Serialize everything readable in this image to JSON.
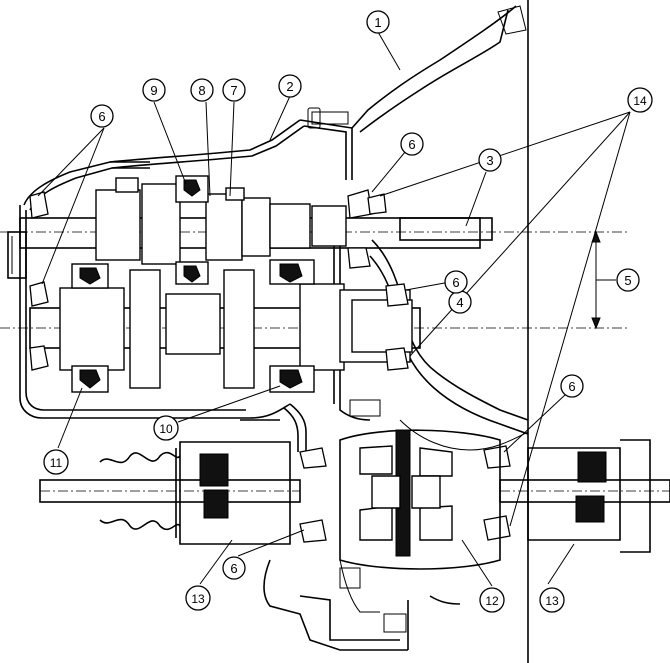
{
  "callouts": [
    {
      "id": "c1",
      "label": "1"
    },
    {
      "id": "c2",
      "label": "2"
    },
    {
      "id": "c3",
      "label": "3"
    },
    {
      "id": "c4",
      "label": "4"
    },
    {
      "id": "c5",
      "label": "5"
    },
    {
      "id": "c6a",
      "label": "6"
    },
    {
      "id": "c6b",
      "label": "6"
    },
    {
      "id": "c6c",
      "label": "6"
    },
    {
      "id": "c6d",
      "label": "6"
    },
    {
      "id": "c6e",
      "label": "6"
    },
    {
      "id": "c7",
      "label": "7"
    },
    {
      "id": "c8",
      "label": "8"
    },
    {
      "id": "c9",
      "label": "9"
    },
    {
      "id": "c10",
      "label": "10"
    },
    {
      "id": "c11",
      "label": "11"
    },
    {
      "id": "c12",
      "label": "12"
    },
    {
      "id": "c13a",
      "label": "13"
    },
    {
      "id": "c13b",
      "label": "13"
    },
    {
      "id": "c14",
      "label": "14"
    }
  ]
}
